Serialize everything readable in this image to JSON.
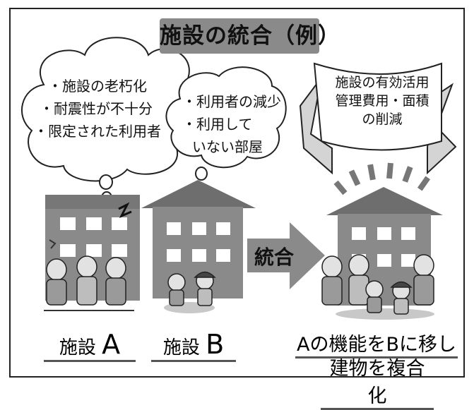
{
  "title": "施設の統合（例）",
  "bubble_a": {
    "lines": [
      "・施設の老朽化",
      "・耐震性が不十分",
      "・限定された利用者"
    ]
  },
  "bubble_b": {
    "lines": [
      "・利用者の減少",
      "・利用して",
      "いない部屋"
    ]
  },
  "banner": {
    "lines": [
      "施設の有効活用",
      "管理費用・面積",
      "の削減"
    ]
  },
  "arrow_label": "統合",
  "facility_a": {
    "prefix": "施設",
    "letter": "A"
  },
  "facility_b": {
    "prefix": "施設",
    "letter": "B"
  },
  "result": {
    "line1": "Aの機能をBに移し",
    "line2": "建物を複合化"
  },
  "colors": {
    "building": "#8a8a8a",
    "roof": "#6e6e6e",
    "window": "#ffffff",
    "ground": "#c8c8c8"
  }
}
